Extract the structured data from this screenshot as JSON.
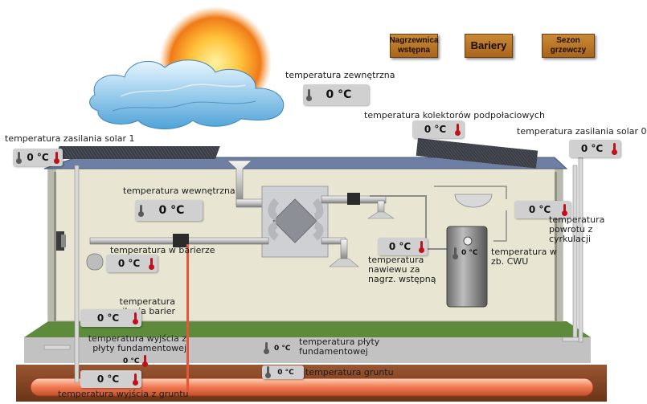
{
  "buttons": {
    "preheater": "Nagrzewnica wstępna",
    "barriers": "Bariery",
    "season": "Sezon grzewczy"
  },
  "readings": {
    "outside": {
      "label": "temperatura zewnętrzna",
      "value": "0 °C"
    },
    "solar1": {
      "label": "temperatura zasilania solar 1",
      "value": "0 °C"
    },
    "collectors": {
      "label": "temperatura kolektorów podpołaciowych",
      "value": "0 °C"
    },
    "solar0": {
      "label": "temperatura zasilania solar 0",
      "value": "0 °C"
    },
    "inside": {
      "label": "temperatura wewnętrzna",
      "value": "0 °C"
    },
    "circulation": {
      "label": "temperatura powrotu z cyrkulacji",
      "value": "0 °C"
    },
    "barrier": {
      "label": "temperatura w barierze",
      "value": "0 °C"
    },
    "supply_air": {
      "label": "temperatura nawiewu za nagrz. wstępną",
      "value": "0 °C"
    },
    "dhw_tank": {
      "label": "temperatura w zb. CWU",
      "value": "0 °C"
    },
    "barrier_supply": {
      "label": "temperatura zasilania barier",
      "value": "0 °C"
    },
    "slab_out": {
      "label": "temperatura wyjścia z płyty fundamentowej",
      "value": "0 °C"
    },
    "slab": {
      "label": "temperatura płyty fundamentowej",
      "value": "0 °C"
    },
    "ground": {
      "label": "temperatura gruntu",
      "value": "0 °C"
    },
    "ground_out": {
      "label": "temperatura wyjścia z gruntu",
      "value": "0 °C"
    }
  },
  "icons": {
    "thermometer_gray": "thermometer-icon",
    "thermometer_red": "thermometer-red-icon"
  },
  "colors": {
    "button_face": "#b8772a",
    "badge_bg": "#d0d0d0",
    "roof": "#6d7fa3",
    "grass": "#5e8a3c",
    "soil": "#8a4a2a",
    "ground_pipe": "#e87a55",
    "interior": "#e8e6d2"
  }
}
